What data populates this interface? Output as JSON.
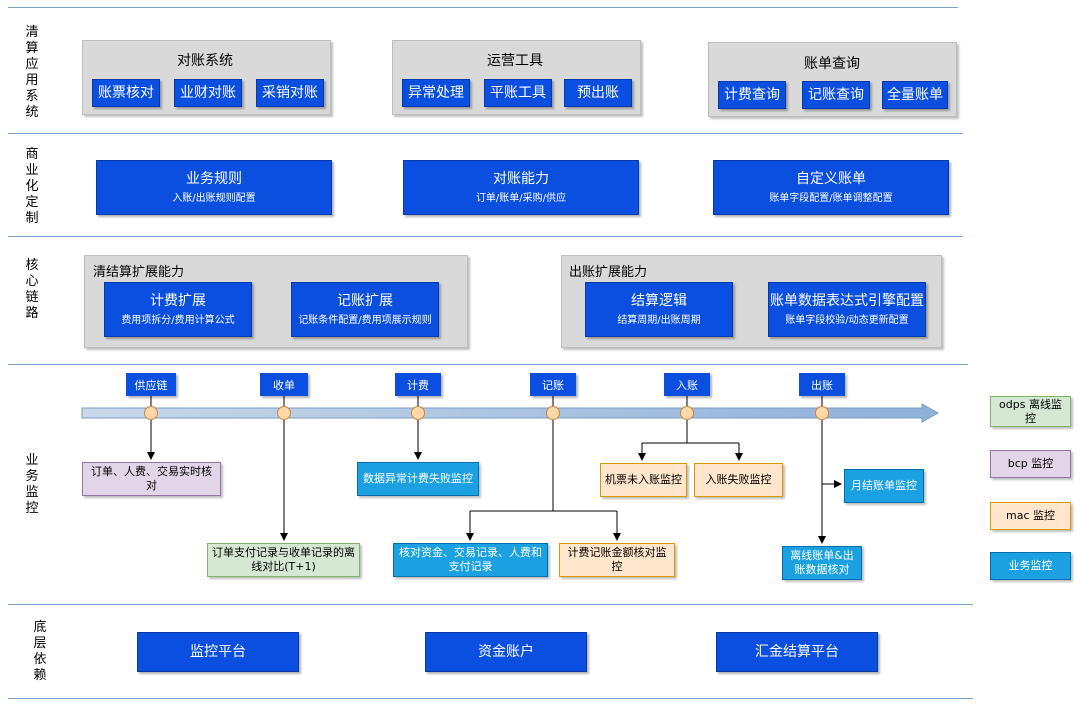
{
  "sections": {
    "app": "清算应用系统",
    "custom": "商业化定制",
    "core": "核心链路",
    "monitor": "业务监控",
    "base": "底层依赖"
  },
  "app_systems": [
    {
      "title": "对账系统",
      "buttons": [
        "账票核对",
        "业财对账",
        "采销对账"
      ]
    },
    {
      "title": "运营工具",
      "buttons": [
        "异常处理",
        "平账工具",
        "预出账"
      ]
    },
    {
      "title": "账单查询",
      "buttons": [
        "计费查询",
        "记账查询",
        "全量账单"
      ]
    }
  ],
  "custom_blocks": [
    {
      "title": "业务规则",
      "subtitle": "入账/出账规则配置"
    },
    {
      "title": "对账能力",
      "subtitle": "订单/账单/采购/供应"
    },
    {
      "title": "自定义账单",
      "subtitle": "账单字段配置/账单调整配置"
    }
  ],
  "core_groups": [
    {
      "title": "清结算扩展能力",
      "blocks": [
        {
          "title": "计费扩展",
          "subtitle": "费用项拆分/费用计算公式"
        },
        {
          "title": "记账扩展",
          "subtitle": "记账条件配置/费用项展示规则"
        }
      ]
    },
    {
      "title": "出账扩展能力",
      "blocks": [
        {
          "title": "结算逻辑",
          "subtitle": "结算周期/出账周期"
        },
        {
          "title": "账单数据表达式引擎配置",
          "subtitle": "账单字段校验/动态更新配置"
        }
      ]
    }
  ],
  "timeline_stages": [
    "供应链",
    "收单",
    "计费",
    "记账",
    "入账",
    "出账"
  ],
  "monitors": {
    "m1": "订单、人费、交易实时核对",
    "m2": "订单支付记录与收单记录的离线对比(T+1)",
    "m3": "数据异常计费失败监控",
    "m4": "核对资金、交易记录、人费和支付记录",
    "m5": "计费记账金额核对监控",
    "m6": "机票未入账监控",
    "m7": "入账失败监控",
    "m8": "月结账单监控",
    "m9": "离线账单&出账数据核对"
  },
  "legend": [
    "odps 离线监控",
    "bcp 监控",
    "mac 监控",
    "业务监控"
  ],
  "colors": {
    "blue": "#0a4fe0",
    "gray": "#d9d9d9",
    "odps": "#d5e8d4",
    "bcp": "#e1d5e7",
    "mac": "#ffe6cc",
    "business": "#1ba1e2"
  },
  "base_blocks": [
    "监控平台",
    "资金账户",
    "汇金结算平台"
  ]
}
